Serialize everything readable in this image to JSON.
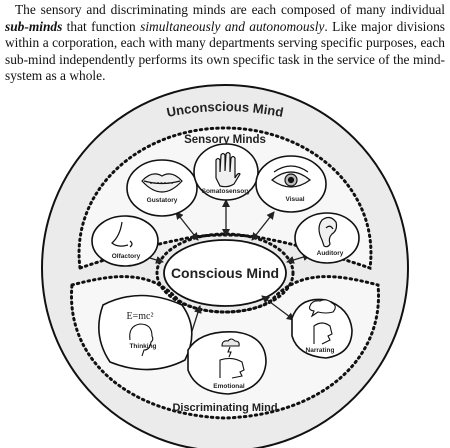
{
  "paragraph": {
    "part1": "The sensory and discriminating minds are each composed of many individual ",
    "emphasis_bold": "sub-minds",
    "part2": " that function ",
    "emphasis_italic": "simultaneously and autonomously",
    "part3": ". Like major divisions within a corporation, each with many departments serving specific purposes, each sub-mind independently performs its own specific task in the service of the mind-system as a whole."
  },
  "diagram": {
    "outer_label": "Unconscious Mind",
    "sensory_label": "Sensory Minds",
    "center_label": "Conscious Mind",
    "discriminating_label": "Discriminating Mind",
    "sensory_nodes": {
      "gustatory": "Gustatory",
      "somatosensory": "Somatosensory",
      "visual": "Visual",
      "olfactory": "Olfactory",
      "auditory": "Auditory"
    },
    "discriminating_nodes": {
      "thinking": "Thinking",
      "emotional": "Emotional",
      "narrating": "Narrating"
    },
    "thinking_formula": "E=mc²"
  }
}
